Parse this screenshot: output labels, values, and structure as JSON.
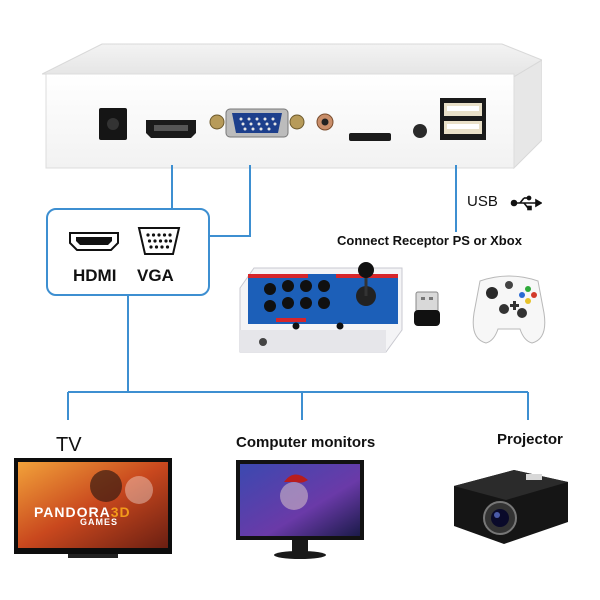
{
  "connectors": {
    "hdmi_label": "HDMI",
    "vga_label": "VGA",
    "usb_label": "USB"
  },
  "receptor_text": "Connect Receptor PS or Xbox",
  "outputs": {
    "tv": "TV",
    "monitor": "Computer monitors",
    "projector": "Projector"
  },
  "tv_screen": {
    "brand": "PANDORA",
    "brand_suffix": "3D",
    "subtitle": "GAMES"
  },
  "colors": {
    "line": "#3d8fd1",
    "console": "#ffffff",
    "arcade_accent": "#d6262b",
    "arcade_blue": "#1c5fb8"
  },
  "icons": [
    "hdmi-port-icon",
    "vga-port-icon",
    "usb-icon"
  ]
}
